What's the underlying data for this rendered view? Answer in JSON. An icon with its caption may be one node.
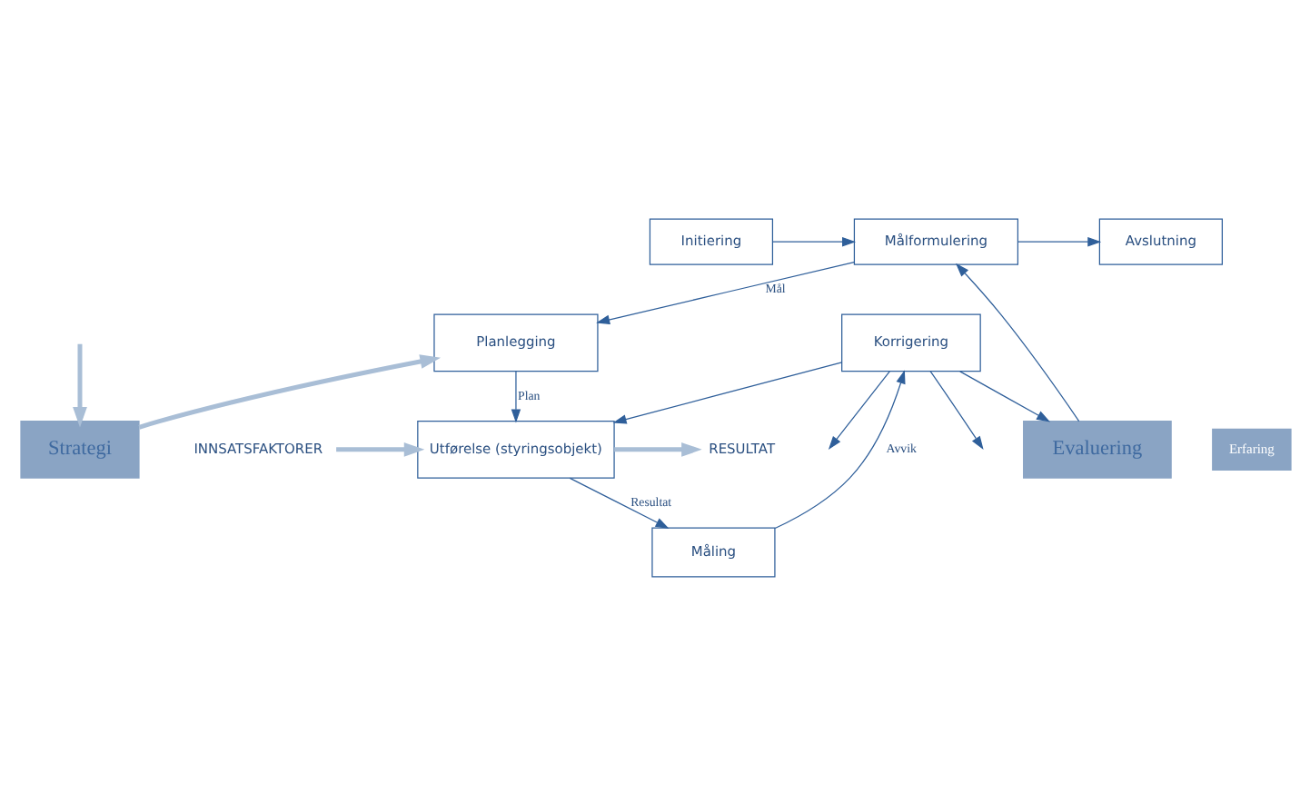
{
  "diagram": {
    "nodes": [
      {
        "text": [
          "Initiering"
        ]
      },
      {
        "text": [
          "Målformulering"
        ]
      },
      {
        "text": [
          "Avslutning"
        ]
      },
      {
        "text": [
          "Erfaring"
        ]
      },
      {
        "text": [
          "Strategi"
        ]
      },
      {
        "text": [
          "Evaluering"
        ]
      },
      {
        "text": [
          "Planlegging"
        ]
      },
      {
        "text": [
          "Korrigering"
        ]
      },
      {
        "text": [
          "Måling"
        ]
      },
      {
        "text": [
          "Utførelse (styringsobjekt)"
        ]
      },
      {
        "text": [
          "INNSATSFAKTORER"
        ]
      },
      {
        "text": [
          "RESULTAT"
        ]
      }
    ],
    "edges": [
      {
        "from": 0,
        "to": 1,
        "arrow": "to"
      },
      {
        "from": 1,
        "to": 2,
        "arrow": "to"
      },
      {
        "from": 1,
        "to": 6,
        "arrow": "to",
        "label": "Mål"
      },
      {
        "from": null,
        "to": 4,
        "arrow": "to",
        "color": "#a9bed6",
        "style": "thick"
      },
      {
        "from": 4,
        "to": 6,
        "arrow": "to",
        "color": "#a9bed6",
        "style": "thick"
      },
      {
        "from": 6,
        "to": 9,
        "arrow": "to",
        "label": "Plan"
      },
      {
        "from": 9,
        "to": 8,
        "arrow": "to",
        "label": "Resultat"
      },
      {
        "from": 8,
        "to": 7,
        "arrow": "to",
        "label": "Avvik"
      },
      {
        "from": 7,
        "to": 5,
        "arrow": "to"
      },
      {
        "from": 5,
        "to": 1,
        "arrow": "to"
      },
      {
        "from": 7,
        "to": null,
        "arrow": "to"
      },
      {
        "from": 7,
        "to": null,
        "arrow": "to"
      },
      {
        "from": 7,
        "to": 9,
        "arrow": "to"
      },
      {
        "from": 10,
        "to": 9,
        "arrow": "to",
        "color": "#a9bed6",
        "style": "thick"
      },
      {
        "from": 9,
        "to": 11,
        "arrow": "to",
        "color": "#a9bed6",
        "style": "thick"
      }
    ]
  }
}
